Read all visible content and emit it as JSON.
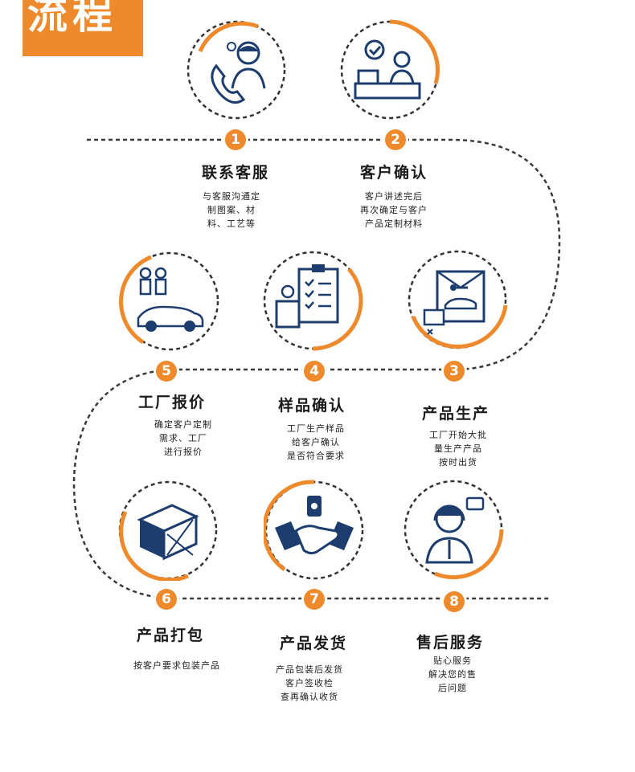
{
  "header": {
    "title": "流程"
  },
  "colors": {
    "accent": "#ee8a2c",
    "navy": "#1c3d6e",
    "dash": "#3a3a3a"
  },
  "steps": [
    {
      "num": "1",
      "title": "联系客服",
      "icon": "customer-service-phone-icon",
      "desc": [
        "与客服沟通定",
        "制图案、材",
        "料、工艺等"
      ]
    },
    {
      "num": "2",
      "title": "客户确认",
      "icon": "reception-desk-icon",
      "desc": [
        "客户讲述完后",
        "再次确定与客户",
        "产品定制材料"
      ]
    },
    {
      "num": "3",
      "title": "产品生产",
      "icon": "car-production-icon",
      "desc": [
        "工厂开始大批",
        "量生产产品",
        "按时出货"
      ]
    },
    {
      "num": "4",
      "title": "样品确认",
      "icon": "checklist-clipboard-icon",
      "desc": [
        "工厂生产样品",
        "给客户确认",
        "是否符合要求"
      ]
    },
    {
      "num": "5",
      "title": "工厂报价",
      "icon": "car-showroom-icon",
      "desc": [
        "确定客户定制",
        "需求、工厂",
        "进行报价"
      ]
    },
    {
      "num": "6",
      "title": "产品打包",
      "icon": "package-box-icon",
      "desc": [
        "按客户要求包装产品"
      ]
    },
    {
      "num": "7",
      "title": "产品发货",
      "icon": "handshake-icon",
      "desc": [
        "产品包装后发货",
        "客户签收检",
        "查再确认收货"
      ]
    },
    {
      "num": "8",
      "title": "售后服务",
      "icon": "headset-support-icon",
      "desc": [
        "贴心服务",
        "解决您的售",
        "后问题"
      ]
    }
  ]
}
